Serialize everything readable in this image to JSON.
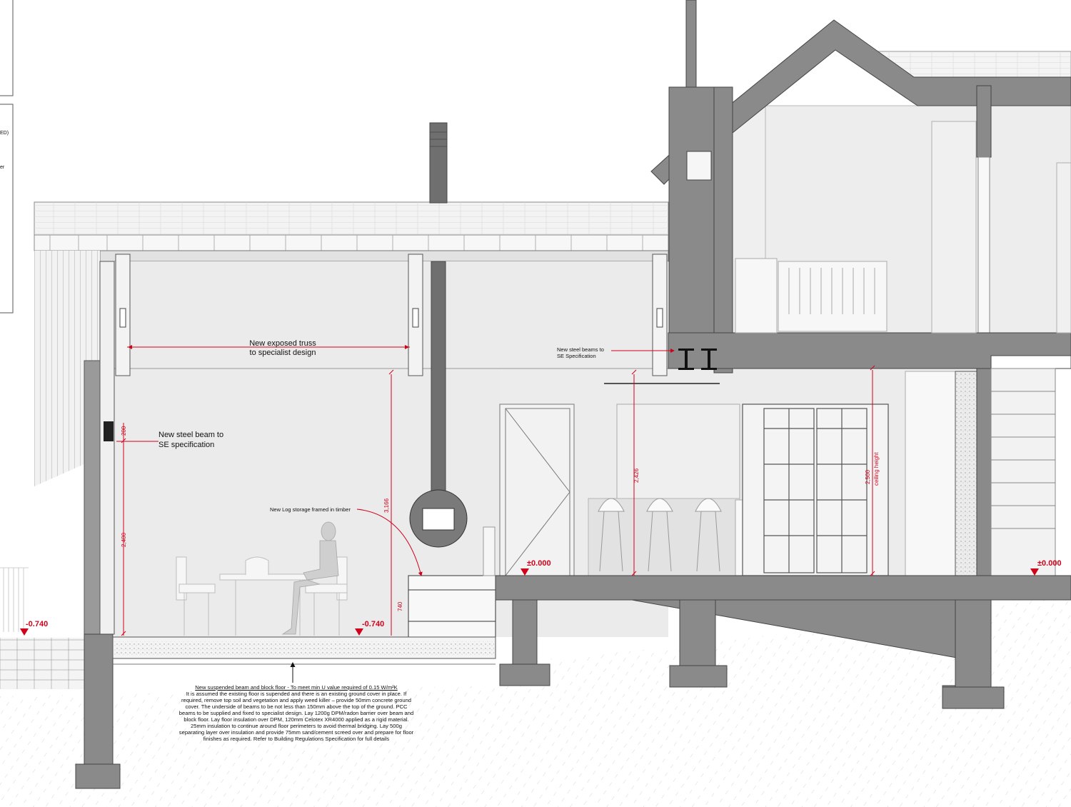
{
  "annotations": {
    "truss": [
      "New exposed truss",
      "to specialist design"
    ],
    "steel_beams": [
      "New steel beams to",
      "SE Specification"
    ],
    "steel_beam": [
      "New steel beam to",
      "SE specification"
    ],
    "log_storage": "New Log storage framed in timber"
  },
  "dimensions": {
    "beam_depth": "200",
    "wall_height": "2,400",
    "apex_height": "3,166",
    "log_store": "740",
    "kitchen_height": "2,426",
    "ceiling_dim": "2,500",
    "ceiling_label": "ceiling height"
  },
  "levels": {
    "left_external": "-0.740",
    "dining_floor": "-0.740",
    "kitchen_floor": "±0.000",
    "right_floor": "±0.000"
  },
  "floor_spec": {
    "title": "New suspended beam and block floor - To meet min U value required of 0.15 W/m²K",
    "body": "It is assumed the existing floor is supended and there is an existing ground cover in place. If required, remove top soil and vegetation and apply weed killer – provide 50mm concrete ground cover. The underside of beams to be not less than 150mm above the top of the ground. PCC beams to be supplied and fixed to specialist design. Lay 1200g DPM/radon barrier over beam and block floor. Lay floor insulation over DPM, 120mm Celotex XR4000 applied as a rigid material. 25mm insulation to continue around floor perimeters to avoid thermal bridging. Lay 500g separating layer over insulation and provide 75mm sand/cement screed over and prepare for floor finishes as required. Refer to Building Regulations Specification for full details"
  },
  "margin_fragments": [
    "ED)",
    "er"
  ],
  "colors": {
    "structure": "#8a8a8a",
    "interior": "#ebebeb",
    "dimension": "#d0021b"
  }
}
